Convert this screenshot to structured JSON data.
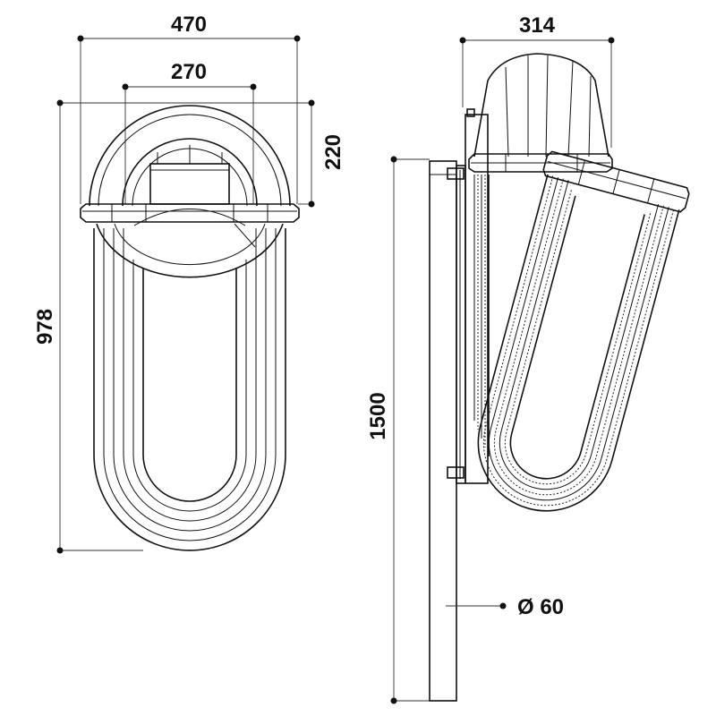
{
  "drawing": {
    "front_view": {
      "width_total": "470",
      "width_inner": "270",
      "dome_height": "220",
      "height_total": "978"
    },
    "side_view": {
      "depth": "314",
      "pole_height": "1500",
      "pole_diameter": "Ø 60"
    }
  }
}
